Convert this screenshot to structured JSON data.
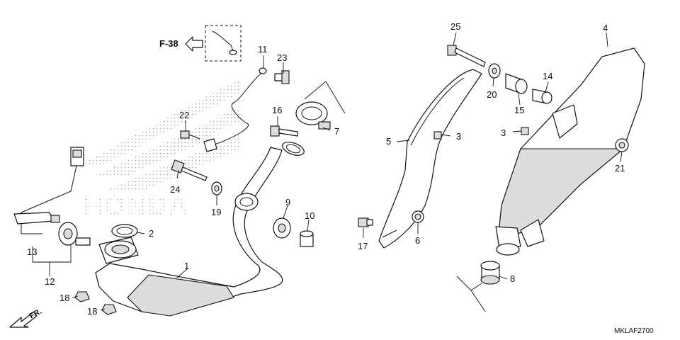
{
  "diagram": {
    "reference": "F-38",
    "direction": "FR.",
    "code": "MKLAF2700",
    "watermark": "HONDA",
    "callouts": [
      {
        "id": "c1",
        "text": "1"
      },
      {
        "id": "c2",
        "text": "2"
      },
      {
        "id": "c3a",
        "text": "3"
      },
      {
        "id": "c3b",
        "text": "3"
      },
      {
        "id": "c4",
        "text": "4"
      },
      {
        "id": "c5",
        "text": "5"
      },
      {
        "id": "c6",
        "text": "6"
      },
      {
        "id": "c7",
        "text": "7"
      },
      {
        "id": "c8",
        "text": "8"
      },
      {
        "id": "c9",
        "text": "9"
      },
      {
        "id": "c10",
        "text": "10"
      },
      {
        "id": "c11",
        "text": "11"
      },
      {
        "id": "c12",
        "text": "12"
      },
      {
        "id": "c13",
        "text": "13"
      },
      {
        "id": "c14",
        "text": "14"
      },
      {
        "id": "c15",
        "text": "15"
      },
      {
        "id": "c16",
        "text": "16"
      },
      {
        "id": "c17",
        "text": "17"
      },
      {
        "id": "c18a",
        "text": "18"
      },
      {
        "id": "c18b",
        "text": "18"
      },
      {
        "id": "c19",
        "text": "19"
      },
      {
        "id": "c20",
        "text": "20"
      },
      {
        "id": "c21",
        "text": "21"
      },
      {
        "id": "c22",
        "text": "22"
      },
      {
        "id": "c23",
        "text": "23"
      },
      {
        "id": "c24",
        "text": "24"
      },
      {
        "id": "c25",
        "text": "25"
      }
    ]
  }
}
